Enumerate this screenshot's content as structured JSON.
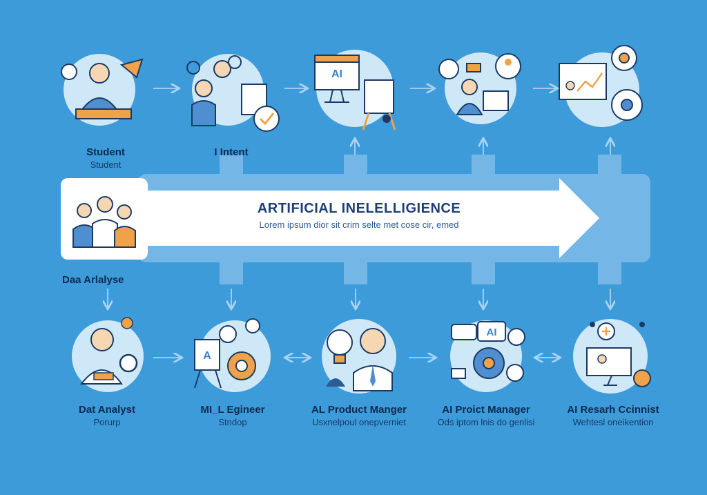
{
  "diagram": {
    "title": "ARTIFICIAL INELELLIGIENCE",
    "subtitle": "Lorem ipsum dior sit crim selte met cose cir, emed",
    "left_label": "Daa Arlalyse",
    "top_nodes": [
      {
        "label": "Student",
        "sublabel": "Student",
        "icon": "students-icon"
      },
      {
        "label": "I Intent",
        "sublabel": "",
        "icon": "intern-gears-icon"
      },
      {
        "label": "",
        "sublabel": "",
        "icon": "ai-monitor-icon"
      },
      {
        "label": "",
        "sublabel": "",
        "icon": "developer-icon"
      },
      {
        "label": "",
        "sublabel": "",
        "icon": "analytics-gears-icon"
      }
    ],
    "bottom_nodes": [
      {
        "label": "Dat Analyst",
        "sublabel": "Porurp",
        "icon": "analyst-icon"
      },
      {
        "label": "MI_L Egineer",
        "sublabel": "Stndop",
        "icon": "engineer-icon"
      },
      {
        "label": "AL Product Manger",
        "sublabel": "Usxnelpoul onepverniet",
        "icon": "product-manager-icon"
      },
      {
        "label": "AI Proict Manager",
        "sublabel": "Ods iptom lnis do genlisi",
        "icon": "ai-manager-icon"
      },
      {
        "label": "AI Resarh Ccinnist",
        "sublabel": "Wehtesl oneikention",
        "icon": "researcher-icon"
      }
    ],
    "colors": {
      "background": "#3d9bd9",
      "circle": "#cfe8f8",
      "line": "#1b3a63",
      "accent": "#f0a24a",
      "arrow": "#ffffff"
    }
  }
}
